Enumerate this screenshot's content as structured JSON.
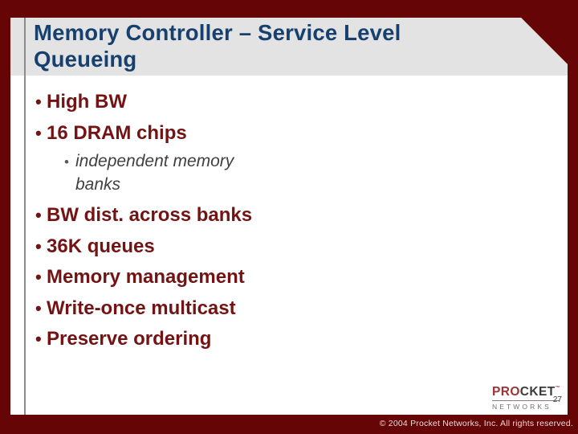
{
  "slide": {
    "title_line1": "Memory Controller – Service Level",
    "title_line2": "Queueing",
    "bullets": [
      {
        "level": 1,
        "text": "High BW"
      },
      {
        "level": 1,
        "text": "16 DRAM chips"
      },
      {
        "level": 2,
        "text": "independent memory banks"
      },
      {
        "level": 1,
        "text": "BW dist. across banks"
      },
      {
        "level": 1,
        "text": "36K queues"
      },
      {
        "level": 1,
        "text": "Memory management"
      },
      {
        "level": 1,
        "text": "Write-once multicast"
      },
      {
        "level": 1,
        "text": "Preserve ordering"
      }
    ],
    "page_number": "27",
    "footer": "© 2004 Procket Networks, Inc. All rights reserved."
  },
  "logo": {
    "brand_red": "PRO",
    "brand_dark": "CKET",
    "trademark": "™",
    "subtext": "NETWORKS"
  },
  "glyphs": {
    "bullet": "•"
  },
  "colors": {
    "background_maroon": "#660505",
    "title_band_gray": "#e3e3e3",
    "vertical_rule_gray": "#8c8c8c",
    "title_navy": "#17406e",
    "bullet_maroon": "#731314",
    "sub_bullet_gray": "#404040",
    "footer_text": "#ecdada",
    "logo_red": "#9e3434",
    "logo_dark": "#3b3b3b"
  }
}
